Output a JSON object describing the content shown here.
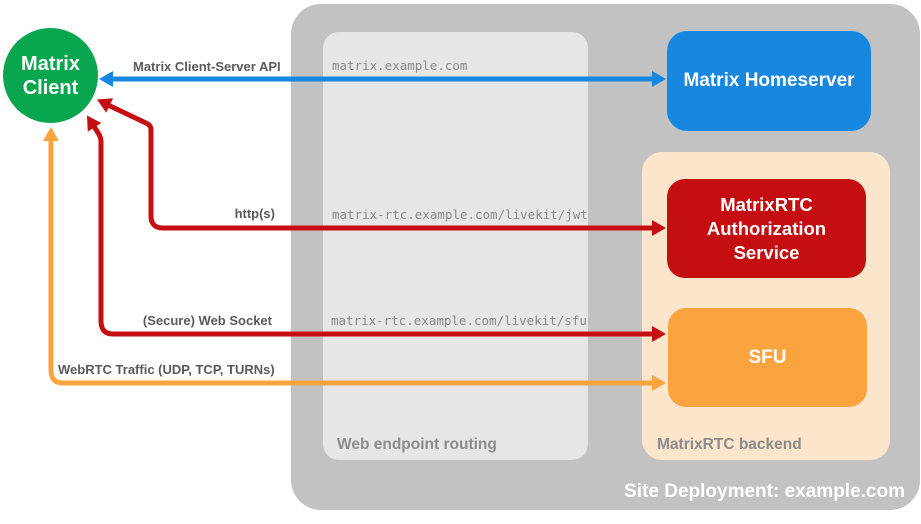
{
  "title": "MatrixRTC deployment diagram",
  "client": {
    "label": "Matrix Client"
  },
  "nodes": {
    "homeserver": {
      "label": "Matrix Homeserver"
    },
    "auth_service": {
      "label": "MatrixRTC Authorization Service"
    },
    "sfu": {
      "label": "SFU"
    }
  },
  "containers": {
    "site_deployment": {
      "label": "Site Deployment: example.com"
    },
    "web_endpoint_routing": {
      "label": "Web endpoint routing"
    },
    "matrixrtc_backend": {
      "label": "MatrixRTC backend"
    }
  },
  "arrows": [
    {
      "name": "client-server-api",
      "label": "Matrix Client-Server API",
      "endpoint": "matrix.example.com",
      "color": "#1787E0",
      "from": "Matrix Client",
      "to": "Matrix Homeserver",
      "bidirectional": true
    },
    {
      "name": "https-auth",
      "label": "http(s)",
      "endpoint": "matrix-rtc.example.com/livekit/jwt",
      "color": "#C50E11",
      "from": "Matrix Client",
      "to": "MatrixRTC Authorization Service",
      "bidirectional": true
    },
    {
      "name": "websocket-sfu",
      "label": "(Secure) Web Socket",
      "endpoint": "matrix-rtc.example.com/livekit/sfu",
      "color": "#C50E11",
      "from": "Matrix Client",
      "to": "SFU",
      "bidirectional": true
    },
    {
      "name": "webrtc-traffic",
      "label": "WebRTC Traffic (UDP, TCP, TURNs)",
      "endpoint": "",
      "color": "#F9A43F",
      "from": "Matrix Client",
      "to": "SFU",
      "bidirectional": true
    }
  ],
  "colors": {
    "green": "#0AA64F",
    "blue": "#1787E0",
    "red": "#C50E11",
    "orange": "#F9A43F",
    "peach": "#FBE5CB",
    "outer_gray": "#C2C2C3",
    "panel_gray": "#E6E6E7",
    "label_dark": "#595A5C",
    "label_gray": "#8C8C8C",
    "mono_gray": "#8A8A8A",
    "white": "#FFFFFF"
  }
}
